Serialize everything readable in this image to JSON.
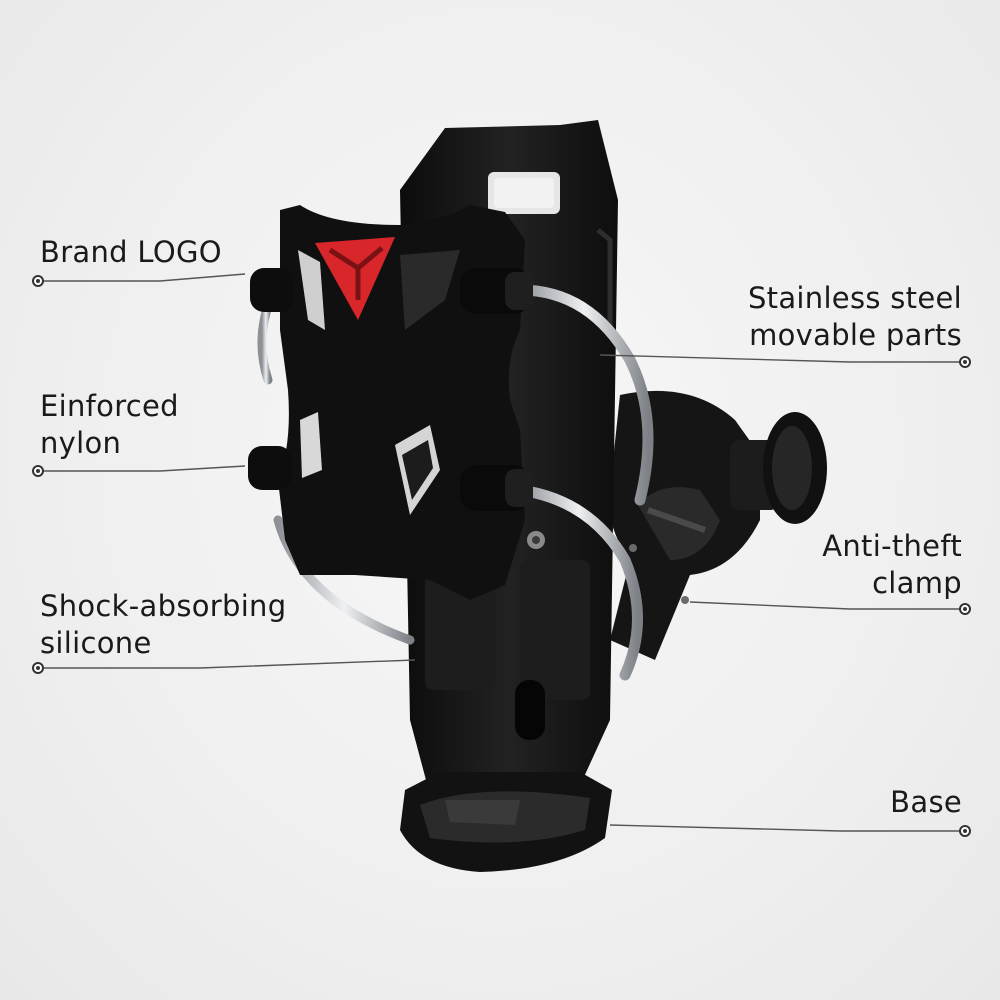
{
  "labels": {
    "brand_logo": [
      "Brand LOGO"
    ],
    "nylon": [
      "Einforced",
      "nylon"
    ],
    "silicone": [
      "Shock-absorbing",
      "silicone"
    ],
    "steel": [
      "Stainless steel",
      "movable parts"
    ],
    "clamp": [
      "Anti-theft",
      "clamp"
    ],
    "base": [
      "Base"
    ]
  },
  "colors": {
    "background": "#efefef",
    "product_body": "#141414",
    "logo_accent": "#d8262a",
    "steel": "#c9ccd0",
    "callout_line": "#555555"
  },
  "icons": {
    "logo": "red-triangle-emblem-icon",
    "pointer": "dot-endpoint-icon"
  }
}
